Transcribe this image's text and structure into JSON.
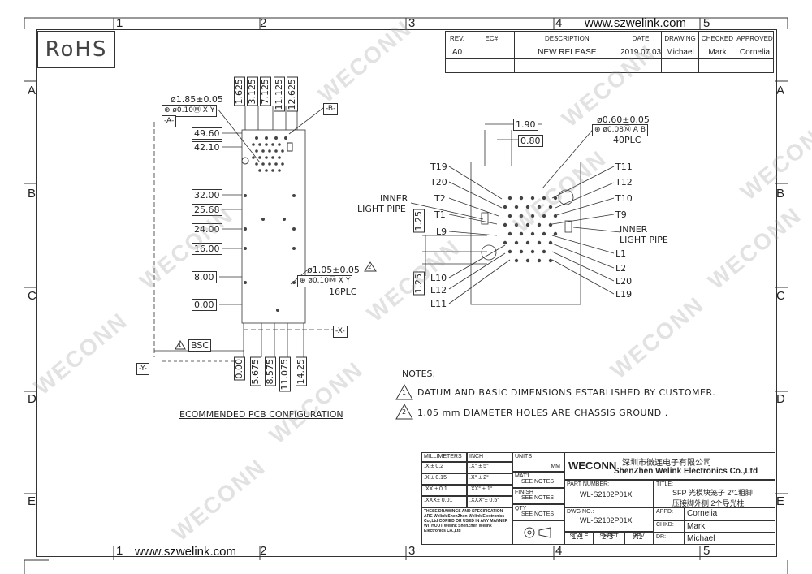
{
  "website": "www.szwelink.com",
  "rohs_label": "RoHS",
  "watermark_text": "WECONN",
  "zones_top": [
    "1",
    "2",
    "3",
    "4",
    "5"
  ],
  "zones_side": [
    "A",
    "B",
    "C",
    "D",
    "E"
  ],
  "revision_table": {
    "headers": [
      "REV.",
      "EC#",
      "DESCRIPTION",
      "DATE",
      "DRAWING",
      "CHECKED",
      "APPROVED"
    ],
    "row": [
      "A0",
      "",
      "NEW RELEASE",
      "2019.07.03",
      "Michael",
      "Mark",
      "Cornelia"
    ]
  },
  "pcb": {
    "datum_a": "-A-",
    "datum_b": "-B-",
    "datum_x": "-X-",
    "datum_y": "-Y-",
    "hole1_dim": "ø1.85±0.05",
    "hole1_fcf": "⊕ ø0.10Ⓜ X Y",
    "hole2_dim": "ø1.05±0.05",
    "hole2_fcf": "⊕ ø0.10Ⓜ X Y",
    "hole2_qty": "16PLC",
    "hole2_note": "2",
    "top_dims": [
      "1.625",
      "3.125",
      "7.125",
      "11.125",
      "12.625"
    ],
    "side_dims": [
      "49.60",
      "42.10",
      "32.00",
      "25.68",
      "24.00",
      "16.00",
      "8.00",
      "0.00"
    ],
    "bottom_dims": [
      "0.00",
      "5.675",
      "8.575",
      "11.075",
      "14.25"
    ],
    "bsc_note": "1",
    "bsc_label": "BSC",
    "caption": "ECOMMENDED PCB CONFIGURATION"
  },
  "detail": {
    "dim_190": "1.90",
    "dim_080": "0.80",
    "hole_dim": "ø0.60±0.05",
    "hole_fcf": "⊕ ø0.08Ⓜ A B",
    "hole_qty": "40PLC",
    "dim_125a": "1.25",
    "dim_125b": "1.25",
    "left_labels": [
      "T19",
      "T20",
      "T2",
      "T1",
      "L9",
      "L10",
      "L12",
      "L11"
    ],
    "right_labels": [
      "T11",
      "T12",
      "T10",
      "T9",
      "L1",
      "L2",
      "L20",
      "L19"
    ],
    "inner_left": [
      "INNER",
      "LIGHT PIPE"
    ],
    "inner_right": [
      "INNER",
      "LIGHT PIPE"
    ]
  },
  "notes": {
    "title": "NOTES:",
    "items": [
      {
        "num": "1",
        "text": "DATUM AND BASIC DIMENSIONS ESTABLISHED BY CUSTOMER."
      },
      {
        "num": "2",
        "text": "1.05 mm DIAMETER HOLES ARE CHASSIS GROUND ."
      }
    ]
  },
  "title_block": {
    "millimeters": "MILLIMETERS",
    "inch": "INCH",
    "units": "UNITS",
    "units_val": "MM",
    "tol_mm": [
      ".X  ± 0.2",
      ".X  ± 0.15",
      ".XX  ± 0.1",
      ".XXX± 0.01"
    ],
    "tol_in": [
      ".X°  ± 5°",
      ".X°  ± 2°",
      ".XX°  ± 1°",
      ".XXX°± 0.5°"
    ],
    "matl": "MAT'L",
    "matl_val": "SEE NOTES",
    "finish": "FINISH",
    "finish_val": "SEE NOTES",
    "qty": "QTY",
    "qty_val": "SEE NOTES",
    "disclaimer": "THESE DRAWINGS AND SPECIFICATION ARE Welink ShenZhen Welink Electronics Co.,Ltd COPIED OR USED IN ANY MANNER WITHOUT Welink ShenZhen Welink Electronics Co.,Ltd",
    "brand": "WECONN",
    "company_cn": "深圳市微连电子有限公司",
    "company_en": "ShenZhen Welink Electronics Co.,Ltd",
    "part_number_label": "PART NUMBER:",
    "part_number": "WL-S2102P01X",
    "title_label": "TITLE:",
    "title_line1": "SFP 光模块笼子 2*1粗脚",
    "title_line2": "压接脚外侧 2个导光柱",
    "dwg_label": "DWG NO.:",
    "dwg_no": "WL-S2102P01X",
    "appd_label": "APPD:",
    "appd": "Cornelia",
    "chkd_label": "CHKD:",
    "chkd": "Mark",
    "dr_label": "DR:",
    "dr": "Michael",
    "scale_label": "SCALE",
    "scale": "1:1",
    "sheet_label": "SHEET",
    "sheet": "2/3",
    "rev_label": "REV.",
    "rev": "A1"
  }
}
